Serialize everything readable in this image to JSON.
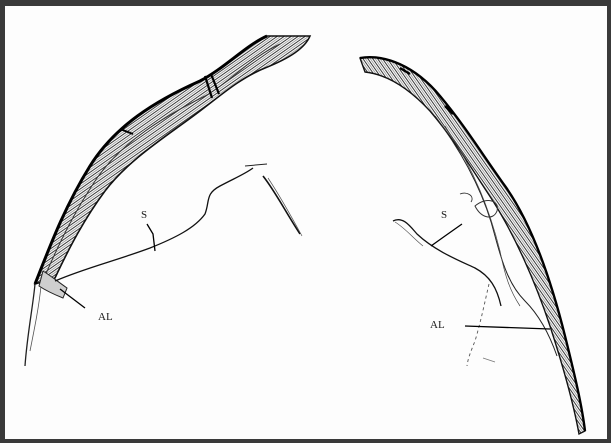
{
  "figure": {
    "labels": {
      "left_septum": "S",
      "right_septum": "S",
      "left_layer": "AL",
      "right_layer": "AL"
    }
  }
}
